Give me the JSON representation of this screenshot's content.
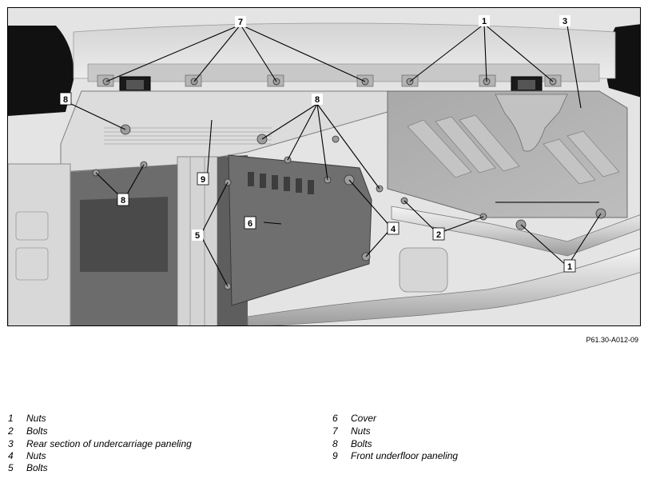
{
  "figure": {
    "reference_code": "P61.30-A012-09",
    "callouts": [
      "1",
      "2",
      "3",
      "4",
      "5",
      "6",
      "7",
      "8",
      "9"
    ]
  },
  "legend": [
    {
      "number": "1",
      "text": "Nuts"
    },
    {
      "number": "2",
      "text": "Bolts"
    },
    {
      "number": "3",
      "text": "Rear section of undercarriage paneling"
    },
    {
      "number": "4",
      "text": "Nuts"
    },
    {
      "number": "5",
      "text": "Bolts"
    },
    {
      "number": "6",
      "text": "Cover"
    },
    {
      "number": "7",
      "text": "Nuts"
    },
    {
      "number": "8",
      "text": "Bolts"
    },
    {
      "number": "9",
      "text": "Front underfloor paneling"
    }
  ]
}
